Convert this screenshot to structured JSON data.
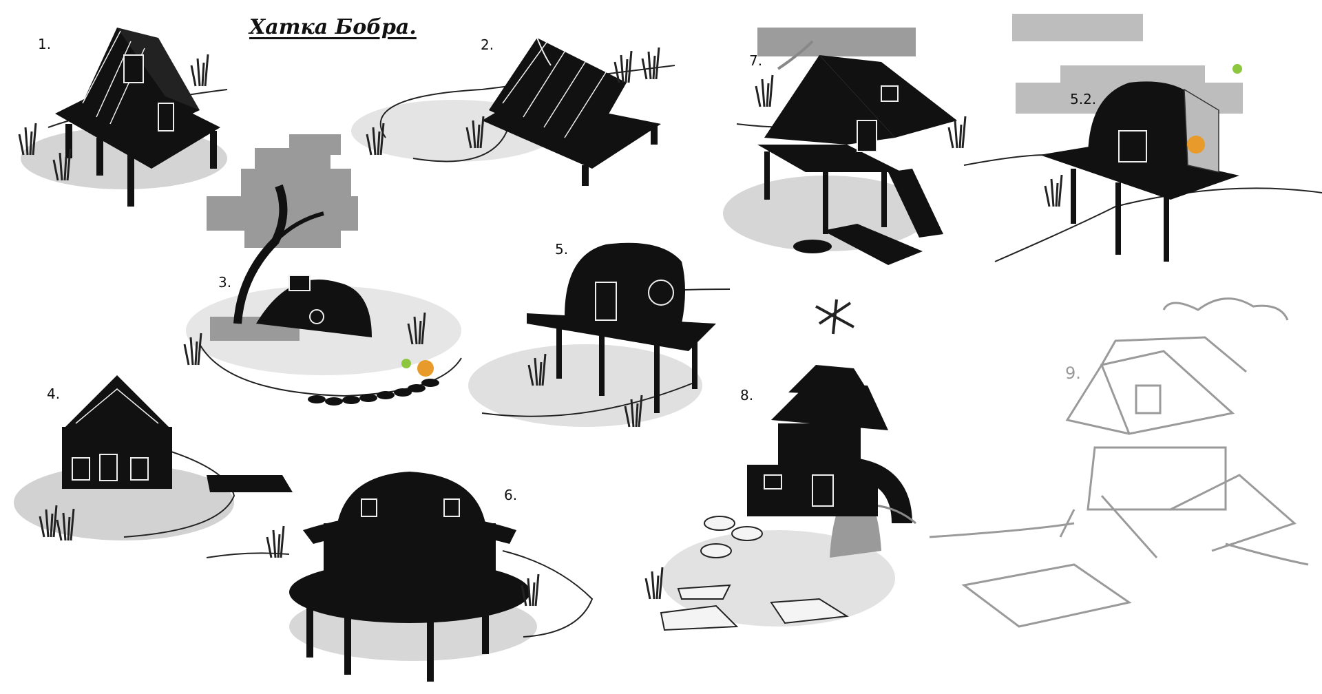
{
  "title": "Хатка Бобра.",
  "labels": {
    "n1": "1.",
    "n2": "2.",
    "n3": "3.",
    "n4": "4.",
    "n5": "5.",
    "n52": "5.2.",
    "n6": "6.",
    "n7": "7.",
    "n8": "8.",
    "n9": "9."
  },
  "colors": {
    "ink": "#111111",
    "shadow": "#c4c4c4",
    "sketch": "#9a9a9a",
    "accent_beaver": "#e89a2a",
    "accent_bird": "#8dc63f"
  }
}
